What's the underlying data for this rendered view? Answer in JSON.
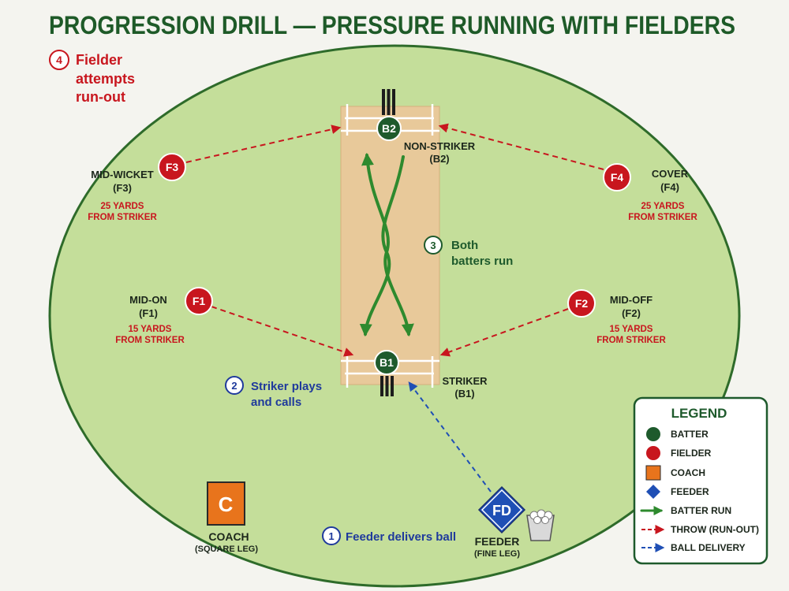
{
  "title": "PROGRESSION DRILL — PRESSURE RUNNING WITH FIELDERS",
  "colors": {
    "title": "#1e5a28",
    "field": "#c4de9a",
    "field_border": "#2e6b2a",
    "pitch": "#e8c99a",
    "batter": "#1e5a2c",
    "fielder": "#c8161e",
    "coach": "#e8741c",
    "feeder": "#1f4fb5",
    "batter_run": "#2e8a2e",
    "throw": "#c8161e",
    "ball_delivery": "#1f4fb5",
    "step_blue": "#1f3a9c"
  },
  "batters": [
    {
      "id": "B1",
      "role": "STRIKER",
      "code": "(B1)"
    },
    {
      "id": "B2",
      "role": "NON-STRIKER",
      "code": "(B2)"
    }
  ],
  "fielders": [
    {
      "id": "F1",
      "position": "MID-ON",
      "code": "(F1)",
      "distance": [
        "15 YARDS",
        "FROM STRIKER"
      ]
    },
    {
      "id": "F2",
      "position": "MID-OFF",
      "code": "(F2)",
      "distance": [
        "15 YARDS",
        "FROM STRIKER"
      ]
    },
    {
      "id": "F3",
      "position": "MID-WICKET",
      "code": "(F3)",
      "distance": [
        "25 YARDS",
        "FROM STRIKER"
      ]
    },
    {
      "id": "F4",
      "position": "COVER",
      "code": "(F4)",
      "distance": [
        "25 YARDS",
        "FROM STRIKER"
      ]
    }
  ],
  "coach": {
    "symbol": "C",
    "label": "COACH",
    "position": "(SQUARE LEG)"
  },
  "feeder": {
    "symbol": "FD",
    "label": "FEEDER",
    "position": "(FINE LEG)",
    "icon": "ball-bucket-icon"
  },
  "steps": [
    {
      "number": "1",
      "lines": [
        "Feeder delivers ball"
      ]
    },
    {
      "number": "2",
      "lines": [
        "Striker plays",
        "and calls"
      ]
    },
    {
      "number": "3",
      "lines": [
        "Both",
        "batters run"
      ]
    },
    {
      "number": "4",
      "lines": [
        "Fielder",
        "attempts",
        "run-out"
      ]
    }
  ],
  "legend": {
    "title": "LEGEND",
    "items": [
      {
        "label": "BATTER",
        "icon": "green-circle-icon"
      },
      {
        "label": "FIELDER",
        "icon": "red-circle-icon"
      },
      {
        "label": "COACH",
        "icon": "orange-square-icon"
      },
      {
        "label": "FEEDER",
        "icon": "blue-diamond-icon"
      },
      {
        "label": "BATTER RUN",
        "icon": "green-arrow-icon"
      },
      {
        "label": "THROW (RUN-OUT)",
        "icon": "red-dashed-arrow-icon"
      },
      {
        "label": "BALL DELIVERY",
        "icon": "blue-dashed-arrow-icon"
      }
    ]
  }
}
